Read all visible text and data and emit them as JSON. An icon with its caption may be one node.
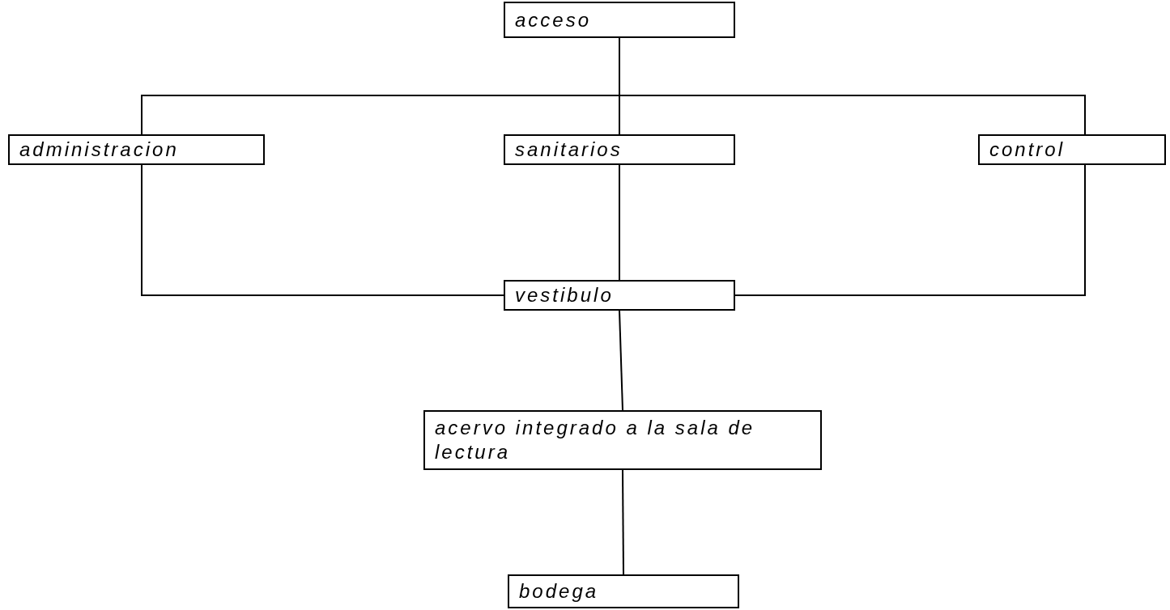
{
  "diagram": {
    "nodes": [
      {
        "text": [
          "acceso"
        ]
      },
      {
        "text": [
          "administracion"
        ]
      },
      {
        "text": [
          "sanitarios"
        ]
      },
      {
        "text": [
          "control"
        ]
      },
      {
        "text": [
          "vestibulo"
        ]
      },
      {
        "text": [
          "acervo integrado a la sala de lectura"
        ]
      },
      {
        "text": [
          "bodega"
        ]
      }
    ],
    "edges": [
      {
        "from": 0,
        "to": 1,
        "arrow": "none"
      },
      {
        "from": 0,
        "to": 2,
        "arrow": "none"
      },
      {
        "from": 0,
        "to": 3,
        "arrow": "none"
      },
      {
        "from": 1,
        "to": 4,
        "arrow": "none"
      },
      {
        "from": 2,
        "to": 4,
        "arrow": "none"
      },
      {
        "from": 3,
        "to": 4,
        "arrow": "none"
      },
      {
        "from": 4,
        "to": 5,
        "arrow": "none"
      },
      {
        "from": 5,
        "to": 6,
        "arrow": "none"
      }
    ]
  }
}
